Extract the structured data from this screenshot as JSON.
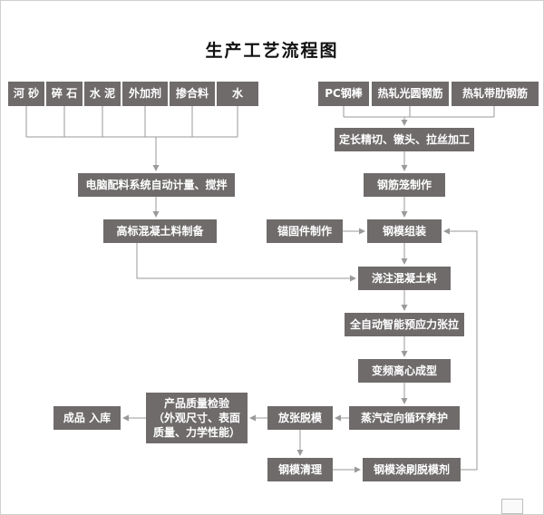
{
  "title": "生产工艺流程图",
  "left_materials": [
    "河 砂",
    "碎 石",
    "水 泥",
    "外加剂",
    "掺合料",
    "水"
  ],
  "right_materials": [
    "PC钢棒",
    "热轧光圆钢筋",
    "热轧带肋钢筋"
  ],
  "steps": {
    "cutting": "定长精切、镦头、拉丝加工",
    "batching": "电脑配料系统自动计量、搅拌",
    "cage": "钢筋笼制作",
    "concrete_prep": "高标混凝土料制备",
    "anchor": "锚固件制作",
    "mold_assembly": "钢模组装",
    "pouring": "浇注混凝土料",
    "tensioning": "全自动智能预应力张拉",
    "centrifugal": "变频离心成型",
    "curing": "蒸汽定向循环养护",
    "demolding": "放张脱模",
    "inspection": "产品质量检验\n（外观尺寸、表面\n质量、力学性能）",
    "storage": "成品 入库",
    "mold_cleaning": "钢模清理",
    "release_agent": "钢模涂刷脱模剂"
  },
  "colors": {
    "box_fill": "#6f6b6b",
    "box_text": "#ffffff",
    "line": "#9a9a9a",
    "title_text": "#111111"
  }
}
